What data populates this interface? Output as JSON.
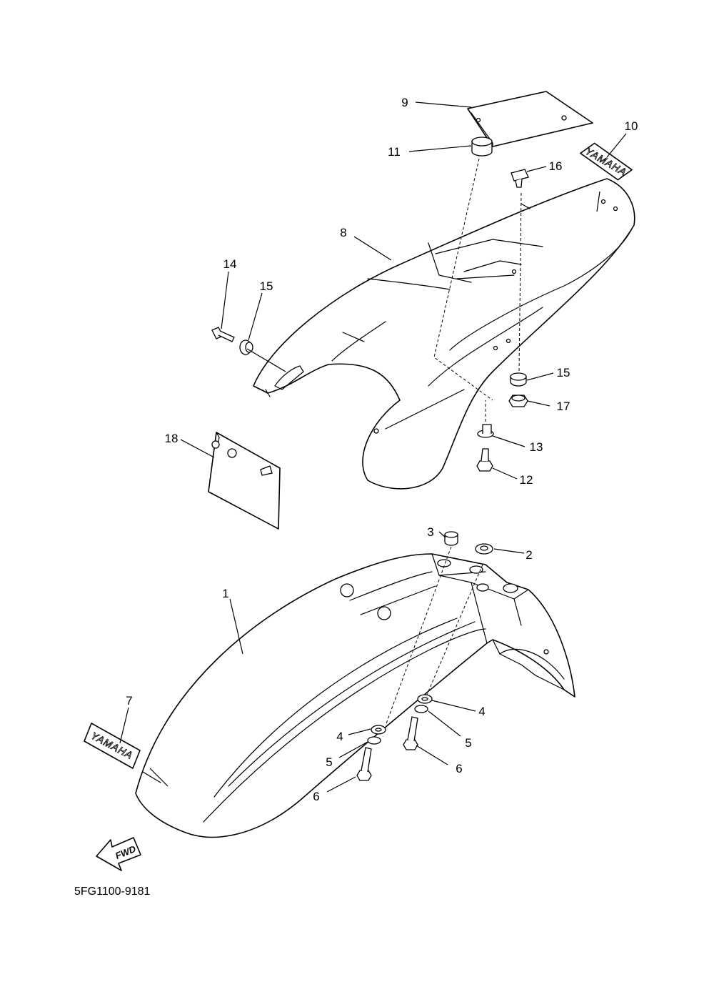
{
  "diagram_code": "5FG1100-9181",
  "fwd_label": "FWD",
  "decal_text": "YAMAHA",
  "callouts": {
    "c1": "1",
    "c2": "2",
    "c3": "3",
    "c4a": "4",
    "c4b": "4",
    "c5a": "5",
    "c5b": "5",
    "c6a": "6",
    "c6b": "6",
    "c7": "7",
    "c8": "8",
    "c9": "9",
    "c10": "10",
    "c11": "11",
    "c12": "12",
    "c13": "13",
    "c14": "14",
    "c15a": "15",
    "c15b": "15",
    "c16": "16",
    "c17": "17",
    "c18": "18"
  }
}
